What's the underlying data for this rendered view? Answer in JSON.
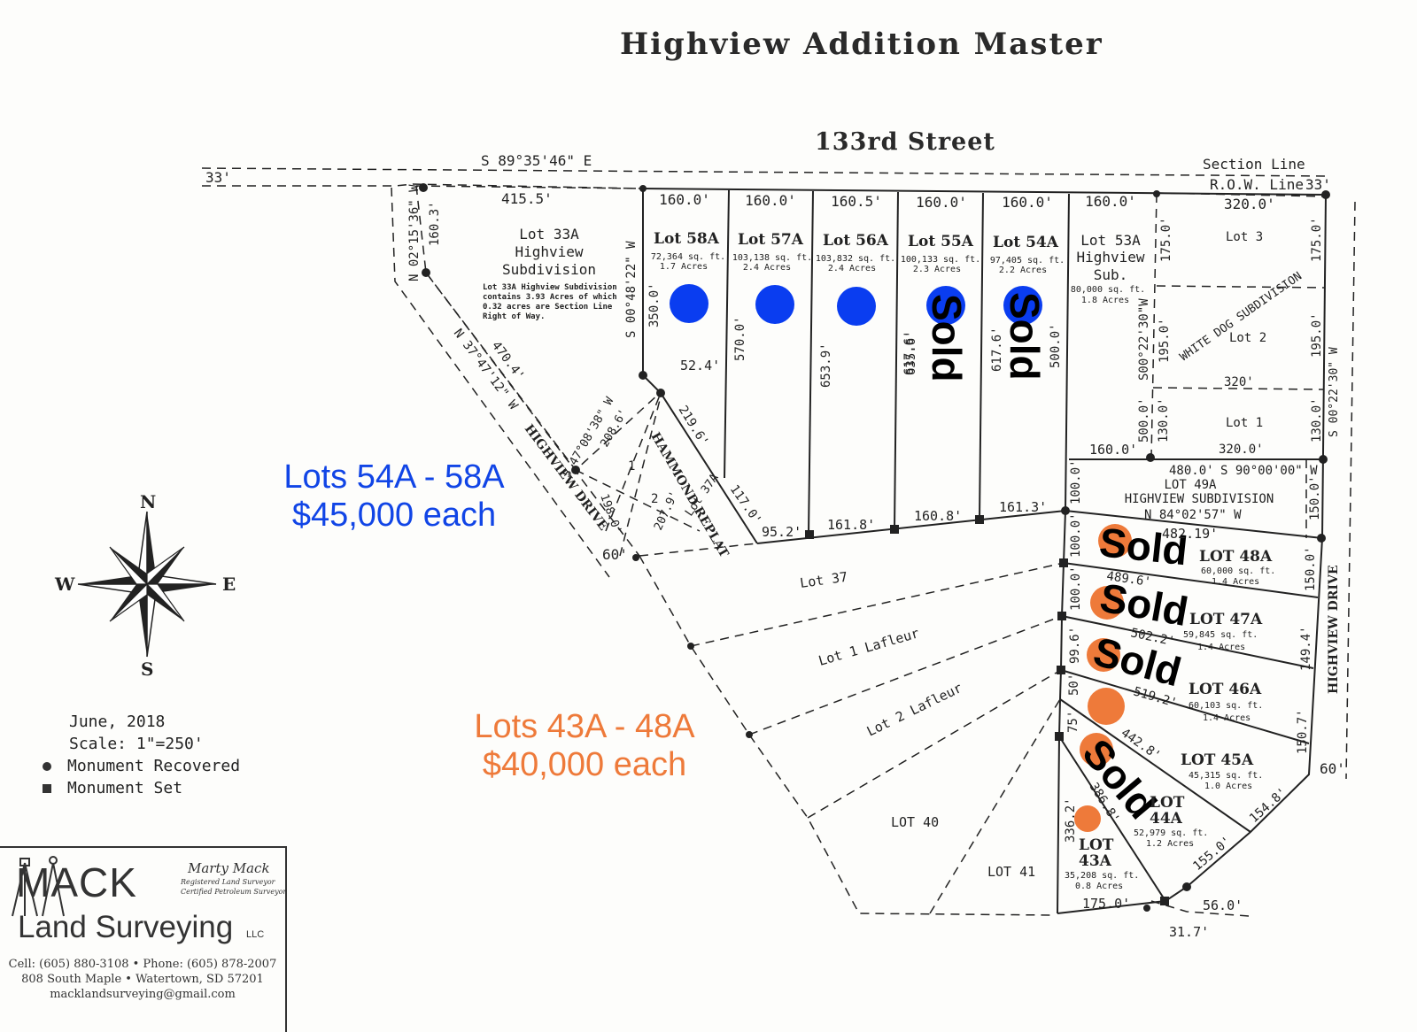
{
  "title": "Highview Addition Master",
  "street": "133rd Street",
  "boundary": {
    "bearing_top": "S 89°35'46\" E",
    "left_row": "33'",
    "right_row": "33'",
    "section_line": "Section Line",
    "row_line": "R.O.W. Line",
    "dist_415": "415.5'",
    "bearing_nw": "N 02°15'36\" W",
    "dist_160_3": "160.3'",
    "dist_470": "470.4'",
    "bearing_n37": "N 37°47'12\" W",
    "highview_drive_left": "HIGHVIEW DRIVE",
    "highview_drive_right": "HIGHVIEW DRIVE",
    "dist_60_left": "60'",
    "dist_60_right": "60'"
  },
  "lot33a": {
    "name_line1": "Lot 33A",
    "name_line2": "Highview",
    "name_line3": "Subdivision",
    "note1": "Lot 33A Highview Subdivision",
    "note2": "contains 3.93 Acres of which",
    "note3": "0.32 acres are Section Line",
    "note4": "Right of Way.",
    "bearing": "S 00°48'22\" W",
    "dist_350": "350.0'",
    "dist_52": "52.4'"
  },
  "upper_lots": [
    {
      "name": "Lot 58A",
      "sqft": "72,364 sq. ft.",
      "acres": "1.7 Acres",
      "front": "160.0'",
      "side": "570.0'",
      "back": "95.2'",
      "sold": false
    },
    {
      "name": "Lot 57A",
      "sqft": "103,138 sq. ft.",
      "acres": "2.4 Acres",
      "front": "160.0'",
      "side": "653.9'",
      "back": "161.8'",
      "sold": false
    },
    {
      "name": "Lot 56A",
      "sqft": "103,832 sq. ft.",
      "acres": "2.4 Acres",
      "front": "160.5'",
      "side": "635.6'",
      "back": "160.8'",
      "sold": false
    },
    {
      "name": "Lot 55A",
      "sqft": "100,133 sq. ft.",
      "acres": "2.3 Acres",
      "front": "160.0'",
      "side": "617.6'",
      "back": "161.3'",
      "sold": true
    },
    {
      "name": "Lot 54A",
      "sqft": "97,405 sq. ft.",
      "acres": "2.2 Acres",
      "front": "160.0'",
      "side": "500.0'",
      "back": "",
      "sold": true
    }
  ],
  "lot53a": {
    "name_line1": "Lot 53A",
    "name_line2": "Highview",
    "name_line3": "Sub.",
    "sqft": "80,000 sq. ft.",
    "acres": "1.8 Acres",
    "front": "160.0'",
    "bottom": "160.0'",
    "bearing": "S00°22'30\"W",
    "dist_500": "500.0'"
  },
  "white_dog": {
    "label": "WHITE DOG SUBDIVISION",
    "lot3": "Lot 3",
    "lot2": "Lot 2",
    "lot1": "Lot 1",
    "top": "320.0'",
    "mid": "320'",
    "bottom": "320.0'",
    "d175a": "175.0'",
    "d175b": "175.0'",
    "d195a": "195.0'",
    "d195b": "195.0'",
    "d130a": "130.0'",
    "d130b": "130.0'",
    "bearing_right": "S 00°22'30\" W",
    "d480": "480.0'",
    "bearing_bottom": "S 90°00'00\" W"
  },
  "lot49a": {
    "line1": "LOT 49A",
    "line2": "HIGHVIEW SUBDIVISION",
    "bearing": "N 84°02'57\" W",
    "dist_100": "100.0'",
    "dist_150": "150.0'"
  },
  "hammond": {
    "label": "HAMMOND REPLAT",
    "lot1": "1",
    "lot2": "2",
    "lot37a": "Lot 37A",
    "d208": "208.6'",
    "bearing": "S 47°08'38\" W",
    "d219": "219.6'",
    "d198": "198.0'",
    "d207": "207.9'",
    "d117": "117.0'"
  },
  "lower_lots": [
    {
      "name": "LOT 48A",
      "sqft": "60,000 sq. ft.",
      "acres": "1.4 Acres",
      "depth": "489.6'",
      "front": "100.0'",
      "back": "150.0'",
      "sold": true
    },
    {
      "name": "LOT 47A",
      "sqft": "59,845 sq. ft.",
      "acres": "1.4 Acres",
      "depth": "502.2'",
      "front": "100.0'",
      "back": "149.4'",
      "sold": true
    },
    {
      "name": "LOT 46A",
      "sqft": "60,103 sq. ft.",
      "acres": "1.4 Acres",
      "depth": "519.2'",
      "front": "99.6'",
      "back": "150.7'",
      "sold": true
    },
    {
      "name": "LOT 45A",
      "sqft": "45,315 sq. ft.",
      "acres": "1.0 Acres",
      "depth": "442.8'",
      "front": "50'",
      "back": "154.8'",
      "sold": false
    },
    {
      "name": "LOT 44A",
      "sqft": "52,979 sq. ft.",
      "acres": "1.2 Acres",
      "depth": "386.8'",
      "front": "75'",
      "back": "155.0'",
      "sold": true
    },
    {
      "name": "LOT 43A",
      "sqft": "35,208 sq. ft.",
      "acres": "0.8 Acres",
      "depth": "336.2'",
      "front": "175.0'",
      "back": "",
      "sold": false
    }
  ],
  "lot43_44_labels": {
    "lot44_a": "LOT",
    "lot44_b": "44A",
    "lot43_a": "LOT",
    "lot43_b": "43A"
  },
  "other_lots": {
    "lot37": "Lot 37",
    "lot1_lafleur": "Lot 1 Lafleur",
    "lot2_lafleur": "Lot 2 Lafleur",
    "lot40": "LOT 40",
    "lot41": "LOT 41",
    "d56": "56.0'",
    "d31": "31.7'"
  },
  "sold_label": "Sold",
  "promo_upper": {
    "line1": "Lots 54A - 58A",
    "line2": "$45,000 each"
  },
  "promo_lower": {
    "line1": "Lots 43A - 48A",
    "line2": "$40,000 each"
  },
  "compass": {
    "n": "N",
    "s": "S",
    "e": "E",
    "w": "W"
  },
  "legend": {
    "date": "June, 2018",
    "scale": "Scale: 1\"=250'",
    "recovered": "Monument Recovered",
    "set": "Monument Set"
  },
  "logo": {
    "mack": "MACK",
    "land": "Land Surveying",
    "llc": "LLC",
    "name": "Marty Mack",
    "title1": "Registered Land Surveyor",
    "title2": "Certified Petroleum Surveyor",
    "contact1": "Cell: (605) 880-3108 • Phone: (605) 878-2007",
    "contact2": "808 South Maple • Watertown, SD 57201",
    "contact3": "macklandsurveying@gmail.com"
  },
  "colors": {
    "blue_dot": "#0a3df0",
    "orange_dot": "#ee7a3a",
    "blue_text": "#1145e6",
    "orange_text": "#ee7a3a"
  }
}
